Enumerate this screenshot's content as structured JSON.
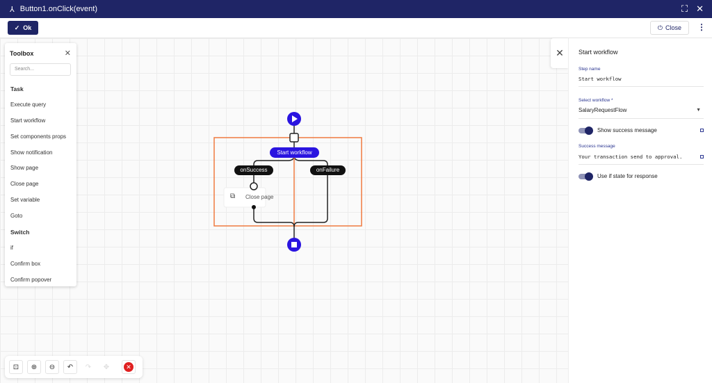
{
  "title": "Button1.onClick(event)",
  "toolbar": {
    "ok_label": "Ok",
    "close_label": "Close"
  },
  "toolbox": {
    "title": "Toolbox",
    "search_placeholder": "Search...",
    "items": [
      {
        "label": "Task",
        "section": true
      },
      {
        "label": "Execute query"
      },
      {
        "label": "Start workflow"
      },
      {
        "label": "Set components props"
      },
      {
        "label": "Show notification"
      },
      {
        "label": "Show page"
      },
      {
        "label": "Close page"
      },
      {
        "label": "Set variable"
      },
      {
        "label": "Goto"
      },
      {
        "label": "Switch",
        "section": true
      },
      {
        "label": "if"
      },
      {
        "label": "Confirm box"
      },
      {
        "label": "Confirm popover"
      }
    ]
  },
  "diagram": {
    "start_step": "Start workflow",
    "on_success": "onSuccess",
    "on_failure": "onFailure",
    "close_page": "Close page",
    "accent": "#2a14e0",
    "selection": "#f07a40"
  },
  "panel": {
    "title": "Start workflow",
    "step_name_label": "Step name",
    "step_name": "Start workflow",
    "select_label": "Select workflow *",
    "workflow": "SalaryRequestFlow",
    "show_success": "Show success message",
    "success_label": "Success message",
    "success_message": "Your transaction send to approval.",
    "use_if_state": "Use if state for response"
  }
}
